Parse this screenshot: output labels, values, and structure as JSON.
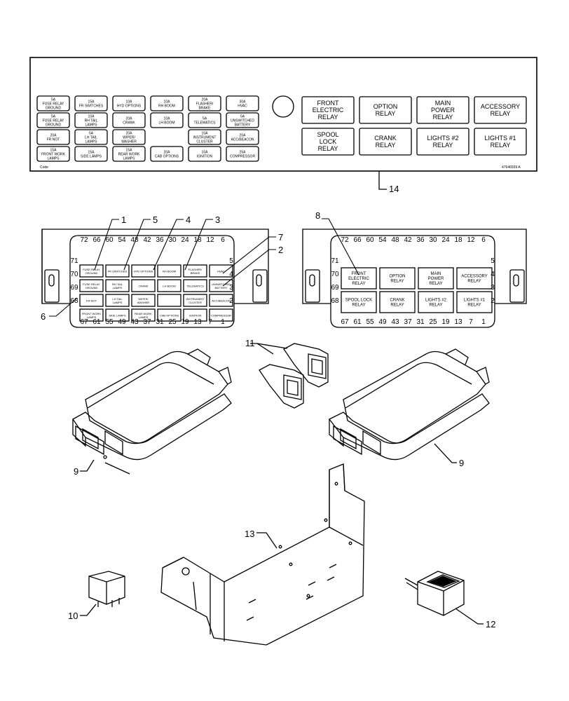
{
  "decal": {
    "fuses": [
      [
        "5A",
        "FUSE RELAY",
        "GROUND"
      ],
      [
        "15A",
        "FR SWITCHES",
        ""
      ],
      [
        "10A",
        "HYD OPTIONS",
        ""
      ],
      [
        "10A",
        "RH BOOM",
        ""
      ],
      [
        "20A",
        "FLASHER/",
        "BRAKE"
      ],
      [
        "30A",
        "HVAC",
        ""
      ],
      [
        "5A",
        "FUSE RELAY",
        "GROUND"
      ],
      [
        "10A",
        "RH TAIL",
        "LAMPS"
      ],
      [
        "20A",
        "CRANK",
        ""
      ],
      [
        "10A",
        "LH BOOM",
        ""
      ],
      [
        "5A",
        "TELEMATICS",
        ""
      ],
      [
        "5A",
        "UNSWITCHED",
        "BATTERY"
      ],
      [
        "20A",
        "FR NOT",
        ""
      ],
      [
        "5A",
        "LH TAIL",
        "LAMPS"
      ],
      [
        "20A",
        "WIPER/",
        "WASHER"
      ],
      [
        "",
        "",
        ""
      ],
      [
        "10A",
        "INSTRUMENT",
        "CLUSTER"
      ],
      [
        "20A",
        "ACC/BEACON",
        ""
      ],
      [
        "15A",
        "FRONT WORK",
        "LAMPS"
      ],
      [
        "15A",
        "SIDE LAMPS",
        ""
      ],
      [
        "15A",
        "REAR WORK",
        "LAMPS"
      ],
      [
        "20A",
        "CAB OPTIONS",
        ""
      ],
      [
        "10A",
        "IGNITION",
        ""
      ],
      [
        "25A",
        "COMPRESSOR",
        ""
      ]
    ],
    "relays": [
      [
        "FRONT",
        "ELECTRIC",
        "RELAY"
      ],
      [
        "OPTION",
        "RELAY"
      ],
      [
        "MAIN",
        "POWER",
        "RELAY"
      ],
      [
        "ACCESSORY",
        "RELAY"
      ],
      [
        "SPOOL",
        "LOCK",
        "RELAY"
      ],
      [
        "CRANK",
        "RELAY"
      ],
      [
        "LIGHTS #2",
        "RELAY"
      ],
      [
        "LIGHTS #1",
        "RELAY"
      ]
    ],
    "left_note": "Code",
    "right_note": "47646939 A"
  },
  "fuse_panel": {
    "top_numbers": [
      "72",
      "66",
      "60",
      "54",
      "48",
      "42",
      "36",
      "30",
      "24",
      "18",
      "12",
      "6"
    ],
    "left_numbers": [
      "71",
      "70",
      "69",
      "68"
    ],
    "right_numbers": [
      "5",
      "4",
      "3",
      "2"
    ],
    "bottom_numbers": [
      "67",
      "61",
      "55",
      "49",
      "43",
      "37",
      "31",
      "25",
      "19",
      "13",
      "7",
      "1"
    ],
    "cells": [
      "FUSE RELAY GROUND",
      "FR SWITCHES",
      "HYD OPTIONS",
      "RH BOOM",
      "FLASHER/ BRAKE",
      "HVAC",
      "FUSE RELAY GROUND",
      "RH TAIL LAMPS",
      "CRANK",
      "LH BOOM",
      "TELEMATICS",
      "UNSWITCHED BATTERY",
      "FR NOT",
      "LH TAIL LAMPS",
      "WIPER/ WASHER",
      "",
      "INSTRUMENT CLUSTER",
      "ACC/BEACON",
      "FRONT WORK LAMPS",
      "SIDE LAMPS",
      "REAR WORK LAMPS",
      "CAB OPTIONS",
      "IGNITION",
      "COMPRESSOR"
    ]
  },
  "relay_panel": {
    "top_numbers": [
      "72",
      "66",
      "60",
      "54",
      "48",
      "42",
      "36",
      "30",
      "24",
      "18",
      "12",
      "6"
    ],
    "left_numbers": [
      "71",
      "70",
      "69",
      "68"
    ],
    "right_numbers": [
      "5",
      "4",
      "3",
      "2"
    ],
    "bottom_numbers": [
      "67",
      "61",
      "55",
      "49",
      "43",
      "37",
      "31",
      "25",
      "19",
      "13",
      "7",
      "1"
    ],
    "cells": [
      [
        "FRONT",
        "ELECTRIC",
        "RELAY"
      ],
      [
        "OPTION",
        "RELAY"
      ],
      [
        "MAIN",
        "POWER",
        "RELAY"
      ],
      [
        "ACCESSORY",
        "RELAY"
      ],
      [
        "SPOOL LOCK",
        "RELAY"
      ],
      [
        "CRANK",
        "RELAY"
      ],
      [
        "LIGHTS #2",
        "RELAY"
      ],
      [
        "LIGHTS #1",
        "RELAY"
      ]
    ]
  },
  "callouts": {
    "c1": "1",
    "c2": "2",
    "c3": "3",
    "c4": "4",
    "c5": "5",
    "c6": "6",
    "c7": "7",
    "c8": "8",
    "c9a": "9",
    "c9b": "9",
    "c10": "10",
    "c11": "11",
    "c12": "12",
    "c13": "13",
    "c14": "14"
  }
}
